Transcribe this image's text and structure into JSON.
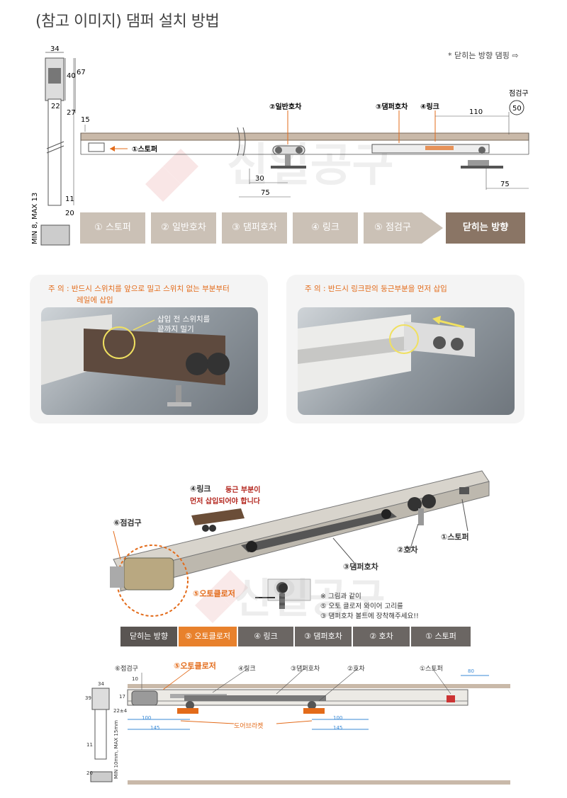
{
  "title": "(참고 이미지) 댐퍼 설치 방법",
  "top_note": "* 닫히는 방향 댐핑 ⇨",
  "top_dims": {
    "d34": "34",
    "d40": "40",
    "d67": "67",
    "d22": "22",
    "d27": "27",
    "d11": "11",
    "d20": "20",
    "min_max": "MIN 8, MAX 13",
    "d15": "15",
    "d110": "110",
    "d30": "30",
    "d75a": "75",
    "d75b": "75",
    "check_label": "점검구",
    "check_num": "50"
  },
  "top_labels": {
    "stopper": "①스토퍼",
    "normal_roller": "②일반호차",
    "damper_roller": "③댐퍼호차",
    "link": "④링크"
  },
  "steps1": [
    {
      "label": "① 스토퍼"
    },
    {
      "label": "② 일반호차"
    },
    {
      "label": "③ 댐퍼호차"
    },
    {
      "label": "④ 링크"
    },
    {
      "label": "⑤ 점검구"
    },
    {
      "label": "닫히는 방향"
    }
  ],
  "panel_left": {
    "caution1": "주 의 : 반드시 스위치를 앞으로 밀고 스위치 없는 부분부터",
    "caution2": "레일에 삽입",
    "bubble1": "삽입 전 스위치를",
    "bubble2": "끝까지 밀기"
  },
  "panel_right": {
    "caution1": "주 의 : 반드시 링크판의 둥근부분을 먼저 삽입"
  },
  "mid_labels": {
    "link": "④링크",
    "round1": "둥근 부분이",
    "round2": "먼저 삽입되어야 합니다",
    "check": "⑥점검구",
    "roller": "②호차",
    "stopper": "①스토퍼",
    "damper_roller": "③댐퍼호차",
    "auto_closer": "⑤오토클로저",
    "note1": "※ 그림과 같이",
    "note2": "⑤ 오토 클로저 와이어 고리를",
    "note3": "③ 댐퍼호차 볼트에 장착해주세요!!"
  },
  "steps2": [
    {
      "label": "닫히는 방향"
    },
    {
      "label": "⑤ 오토클로저"
    },
    {
      "label": "④ 링크"
    },
    {
      "label": "③ 댐퍼호차"
    },
    {
      "label": "② 호차"
    },
    {
      "label": "① 스토퍼"
    }
  ],
  "bottom_labels": {
    "check": "⑥점검구",
    "auto_closer": "⑤오토클로저",
    "link": "④링크",
    "damper_roller": "③댐퍼호차",
    "roller": "②호차",
    "stopper": "①스토퍼",
    "door_bracket": "도어브라켓",
    "d34": "34",
    "d39": "39",
    "d10": "10",
    "d17": "17",
    "d22": "22±4",
    "d11": "11",
    "d20": "20",
    "min_max": "MIN 10mm, MAX 15mm",
    "d80": "80",
    "d100a": "100",
    "d145a": "145",
    "d100b": "100",
    "d145b": "145"
  },
  "watermark": "신일공구"
}
